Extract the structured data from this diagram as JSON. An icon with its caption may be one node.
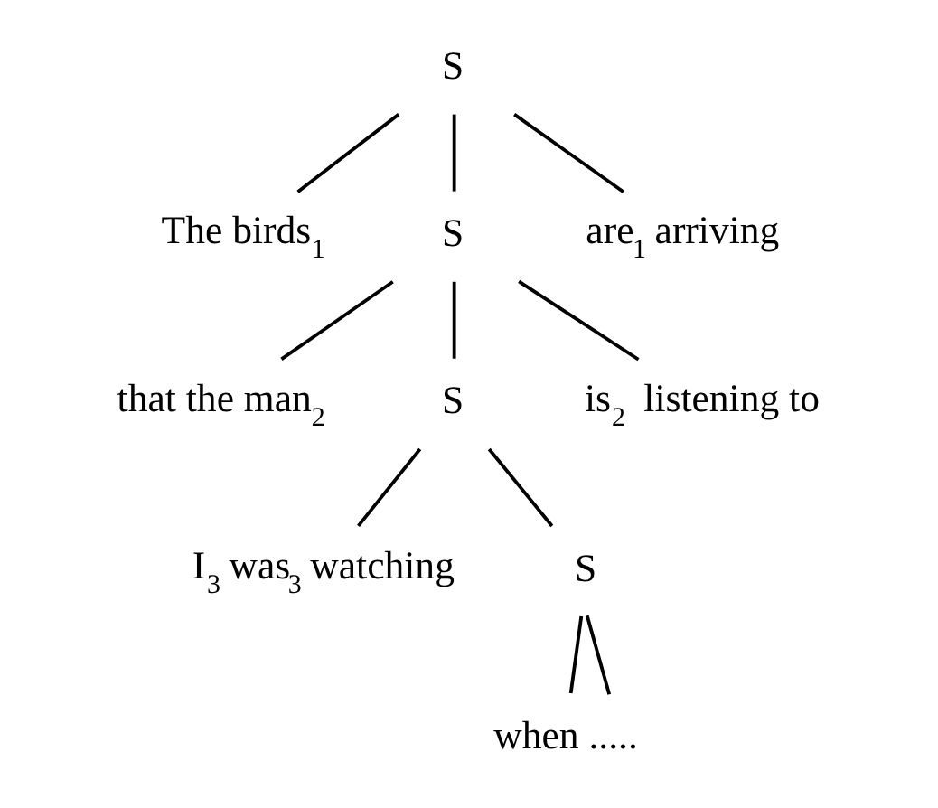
{
  "diagram": {
    "nodes": [
      {
        "text": [
          "S"
        ]
      },
      {
        "text": [
          "The birds$_{1}$"
        ]
      },
      {
        "text": [
          "S"
        ]
      },
      {
        "text": [
          "are$_{1}$ arriving"
        ]
      },
      {
        "text": [
          "that the man$_{2}$"
        ]
      },
      {
        "text": [
          "S"
        ]
      },
      {
        "text": [
          "is$_{2}$  listening to"
        ]
      },
      {
        "text": [
          "I$_{3}$ was$_{3}$ watching"
        ]
      },
      {
        "text": [
          "S"
        ]
      },
      {
        "text": [
          "when ....."
        ]
      }
    ],
    "edges": [
      {
        "from": 0,
        "to": 1,
        "arrow": "none"
      },
      {
        "from": 0,
        "to": 2,
        "arrow": "none"
      },
      {
        "from": 0,
        "to": 3,
        "arrow": "none"
      },
      {
        "from": 2,
        "to": 4,
        "arrow": "none"
      },
      {
        "from": 2,
        "to": 5,
        "arrow": "none"
      },
      {
        "from": 2,
        "to": 6,
        "arrow": "none"
      },
      {
        "from": 5,
        "to": 7,
        "arrow": "none"
      },
      {
        "from": 5,
        "to": 8,
        "arrow": "none"
      },
      {
        "from": 8,
        "to": 9,
        "arrow": "none"
      },
      {
        "from": 8,
        "to": 9,
        "arrow": "none"
      }
    ]
  }
}
